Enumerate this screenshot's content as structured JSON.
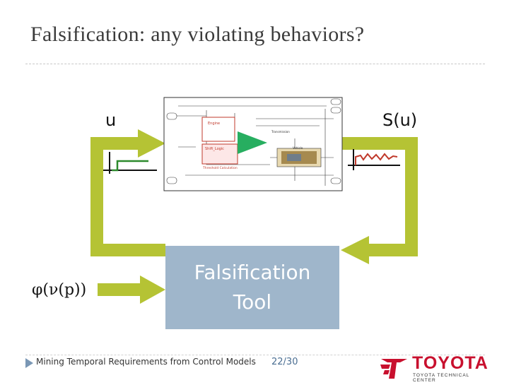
{
  "slide": {
    "title": "Falsification: any violating behaviors?",
    "footer_text": "Mining Temporal Requirements from Control Models",
    "page_number": "22/30"
  },
  "diagram": {
    "input_label": "u",
    "output_label": "S(u)",
    "spec_label": "φ(ν(p))",
    "tool_line1": "Falsification",
    "tool_line2": "Tool"
  },
  "model_diagram": {
    "blocks": [
      "Engine",
      "Shift_Logic",
      "Threshold Calculation",
      "Vehicle",
      "Transmission"
    ]
  },
  "logo": {
    "word": "TOYOTA",
    "sub": "TOYOTA TECHNICAL CENTER"
  },
  "colors": {
    "loop_arrow": "#b5c334",
    "tool_box": "#9fb6cb",
    "logo_red": "#c8102e"
  }
}
